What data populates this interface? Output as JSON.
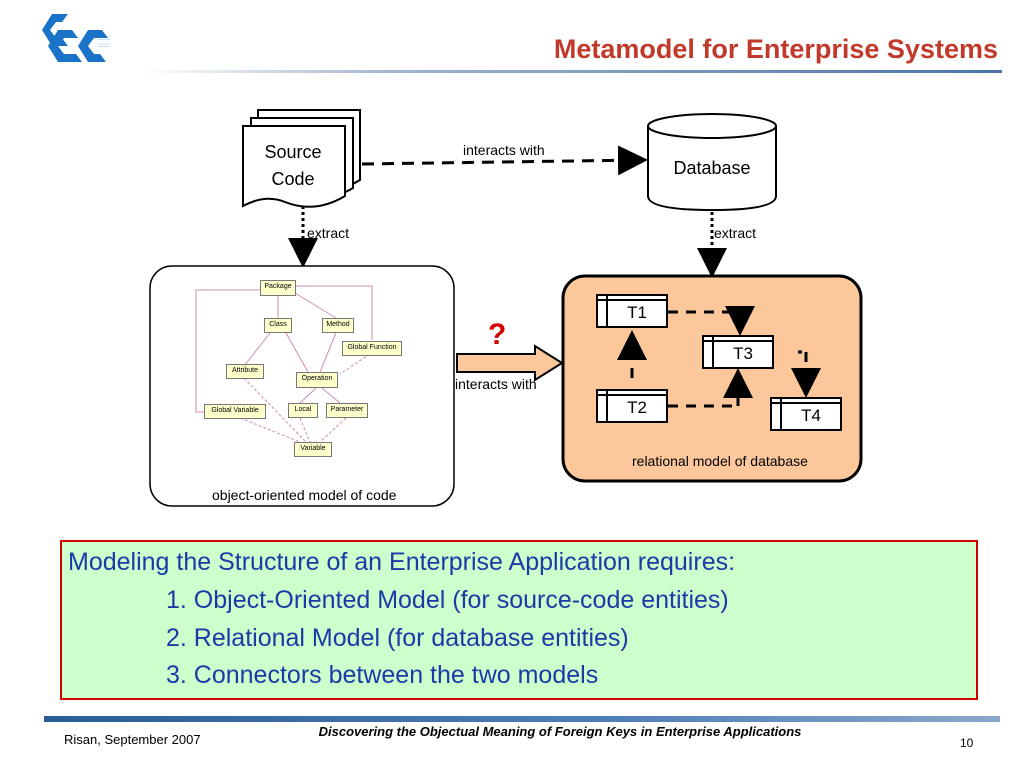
{
  "slide": {
    "title": "Metamodel for Enterprise Systems"
  },
  "diagram": {
    "source_code_label_line1": "Source",
    "source_code_label_line2": "Code",
    "database_label": "Database",
    "interacts_top_label": "interacts with",
    "extract_left_label": "extract",
    "extract_right_label": "extract",
    "question_mark": "?",
    "interacts_middle_label": "interacts with",
    "oo_model_caption": "object-oriented model of code",
    "relational_caption": "relational model of database",
    "tables": [
      "T1",
      "T2",
      "T3",
      "T4"
    ],
    "uml_classes": {
      "package": "Package",
      "class": "Class",
      "method": "Method",
      "global_function": "Global Function",
      "attribute": "Attribute",
      "operation": "Operation",
      "global_variable": "Global Variable",
      "local": "Local",
      "parameter": "Parameter",
      "variable": "Variable"
    }
  },
  "notes": {
    "heading": "Modeling the Structure of an Enterprise Application requires:",
    "items": [
      "1. Object-Oriented Model (for source-code entities)",
      "2. Relational Model (for database entities)",
      "3. Connectors between the two models"
    ]
  },
  "footer": {
    "title": "Discovering the Objectual Meaning of Foreign Keys in Enterprise Applications",
    "author": "Risan, September 2007",
    "page": "10"
  },
  "colors": {
    "title": "#c0392b",
    "accent_bar": "#1f5fa8",
    "notes_text": "#1a3aa8",
    "notes_bg": "#ccffcc",
    "notes_border": "#d40000",
    "relational_bg": "#fcc89b",
    "question_mark": "#d40000"
  }
}
